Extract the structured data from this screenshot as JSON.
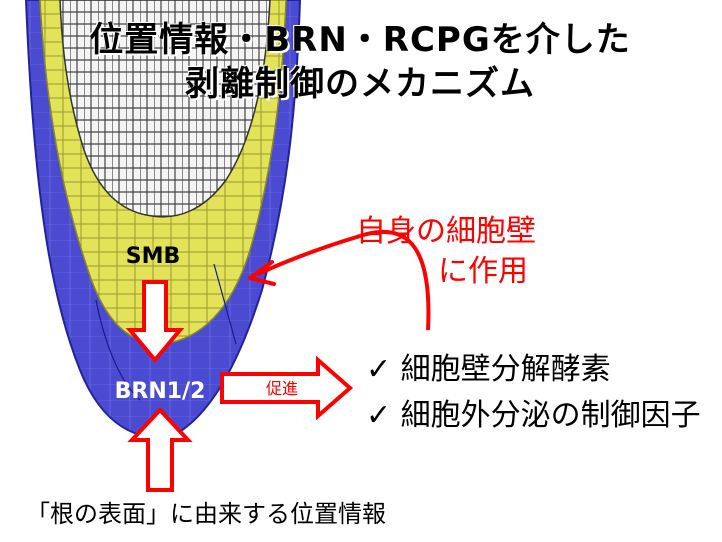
{
  "title": {
    "line1": "位置情報・BRN・RCPGを介した",
    "line2": "剥離制御のメカニズム"
  },
  "labels": {
    "smb": "SMB",
    "brn": "BRN1/2",
    "promote": "促進"
  },
  "self_cell_wall": {
    "line1": "自身の細胞壁",
    "line2": "に作用"
  },
  "checklist": [
    "✓ 細胞壁分解酵素",
    "✓ 細胞外分泌の制御因子"
  ],
  "bottom_caption": "「根の表面」に由来する位置情報",
  "colors": {
    "blue_layer": "#4a4ad6",
    "yellow_layer": "#e8e860",
    "arrow_red": "#ff0000"
  }
}
